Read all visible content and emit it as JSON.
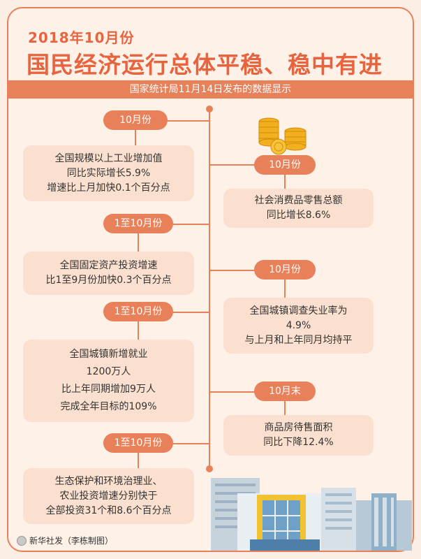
{
  "header": {
    "date_line": "2018年10月份",
    "headline": "国民经济运行总体平稳、稳中有进",
    "source_line": "国家统计局11月14日发布的数据显示"
  },
  "left_items": [
    {
      "period": "10月份",
      "lines": [
        "全国规模以上工业增加值",
        "同比实际增长5.9%",
        "增速比上月加快0.1个百分点"
      ]
    },
    {
      "period": "1至10月份",
      "lines": [
        "全国固定资产投资增速",
        "比1至9月份加快0.3个百分点"
      ]
    },
    {
      "period": "1至10月份",
      "lines": [
        "全国城镇新增就业",
        "1200万人",
        "比上年同期增加9万人",
        "完成全年目标的109%"
      ]
    },
    {
      "period": "1至10月份",
      "lines": [
        "生态保护和环境治理业、",
        "农业投资增速分别快于",
        "全部投资31个和8.6个百分点"
      ]
    }
  ],
  "right_items": [
    {
      "period": "10月份",
      "lines": [
        "社会消费品零售总额",
        "同比增长8.6%"
      ]
    },
    {
      "period": "10月份",
      "lines": [
        "全国城镇调查失业率为",
        "4.9%",
        "与上月和上年同月均持平"
      ]
    },
    {
      "period": "10月末",
      "lines": [
        "商品房待售面积",
        "同比下降12.4%"
      ]
    }
  ],
  "credit": "新华社发（李栋制图）",
  "colors": {
    "accent": "#e8805a",
    "title": "#e8643e",
    "card": "#fbe0cf",
    "background": "#fdf1e8"
  }
}
